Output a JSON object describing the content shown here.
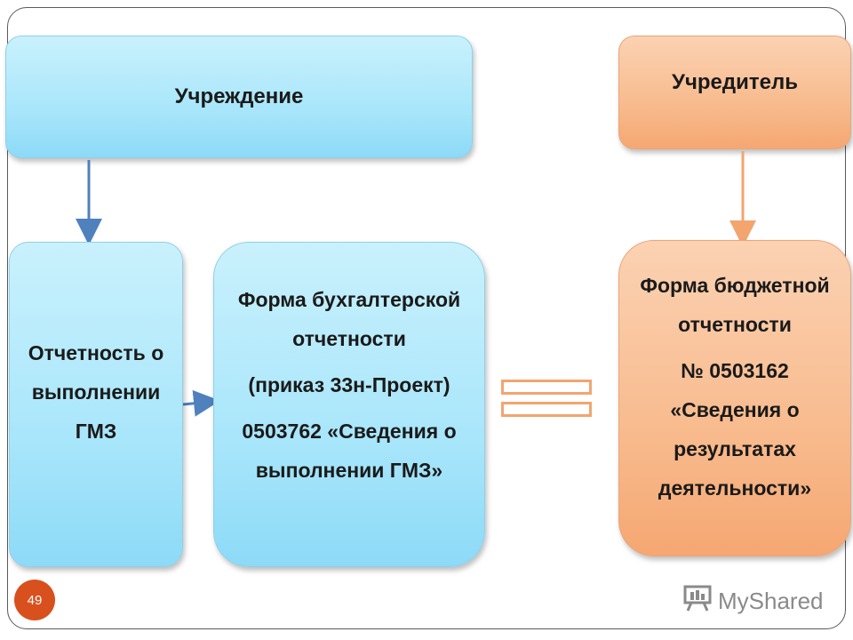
{
  "left_header": "Учреждение",
  "right_header": "Учредитель",
  "report_box": {
    "lines": [
      "Отчетность о",
      "выполнении",
      "ГМЗ"
    ]
  },
  "accounting_form_box": {
    "paragraphs": [
      [
        "Форма бухгалтерской",
        "отчетности"
      ],
      [
        "(приказ 33н-Проект)"
      ],
      [
        "0503762 «Сведения о",
        "выполнении ГМЗ»"
      ]
    ]
  },
  "budget_form_box": {
    "paragraphs": [
      [
        "Форма бюджетной",
        "отчетности"
      ],
      [
        "№ 0503162",
        "«Сведения о",
        "результатах",
        "деятельности»"
      ]
    ]
  },
  "slide_number": "49",
  "watermark": "MyShared",
  "colors": {
    "blue_box": "#a9e6fb",
    "orange_box": "#f8bb8e",
    "blue_arrow": "#4f81bd",
    "orange_arrow": "#f2a56f",
    "badge": "#d9501f"
  },
  "icons": [
    "presentation-board-icon"
  ]
}
